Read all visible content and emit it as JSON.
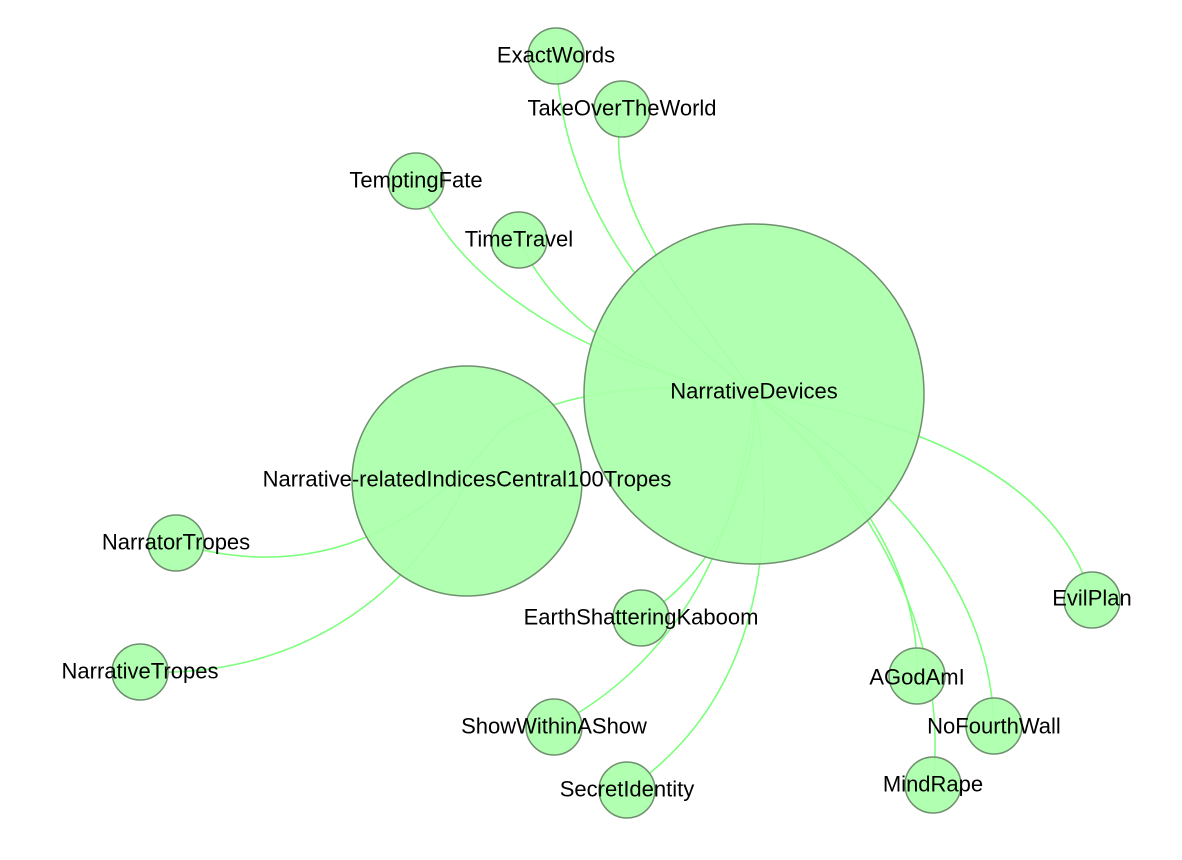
{
  "graph": {
    "colors": {
      "node_fill": "#aaffaa",
      "node_stroke": "#6f8f6f",
      "edge": "#7dff7d",
      "label": "#000000"
    },
    "nodes": [
      {
        "id": "NarrativeDevices",
        "label": "NarrativeDevices"
      },
      {
        "id": "Narrative-relatedIndicesCentral100Tropes",
        "label": "Narrative-relatedIndicesCentral100Tropes"
      },
      {
        "id": "ExactWords",
        "label": "ExactWords"
      },
      {
        "id": "TakeOverTheWorld",
        "label": "TakeOverTheWorld"
      },
      {
        "id": "TemptingFate",
        "label": "TemptingFate"
      },
      {
        "id": "TimeTravel",
        "label": "TimeTravel"
      },
      {
        "id": "NarratorTropes",
        "label": "NarratorTropes"
      },
      {
        "id": "NarrativeTropes",
        "label": "NarrativeTropes"
      },
      {
        "id": "EarthShatteringKaboom",
        "label": "EarthShatteringKaboom"
      },
      {
        "id": "ShowWithinAShow",
        "label": "ShowWithinAShow"
      },
      {
        "id": "SecretIdentity",
        "label": "SecretIdentity"
      },
      {
        "id": "AGodAmI",
        "label": "AGodAmI"
      },
      {
        "id": "NoFourthWall",
        "label": "NoFourthWall"
      },
      {
        "id": "MindRape",
        "label": "MindRape"
      },
      {
        "id": "EvilPlan",
        "label": "EvilPlan"
      }
    ],
    "edges": [
      {
        "from": "ExactWords",
        "to": "NarrativeDevices"
      },
      {
        "from": "TakeOverTheWorld",
        "to": "NarrativeDevices"
      },
      {
        "from": "TemptingFate",
        "to": "NarrativeDevices"
      },
      {
        "from": "TimeTravel",
        "to": "NarrativeDevices"
      },
      {
        "from": "NarratorTropes",
        "to": "NarrativeDevices"
      },
      {
        "from": "NarrativeTropes",
        "to": "Narrative-relatedIndicesCentral100Tropes"
      },
      {
        "from": "EarthShatteringKaboom",
        "to": "NarrativeDevices"
      },
      {
        "from": "ShowWithinAShow",
        "to": "NarrativeDevices"
      },
      {
        "from": "SecretIdentity",
        "to": "NarrativeDevices"
      },
      {
        "from": "AGodAmI",
        "to": "NarrativeDevices"
      },
      {
        "from": "NoFourthWall",
        "to": "NarrativeDevices"
      },
      {
        "from": "MindRape",
        "to": "NarrativeDevices"
      },
      {
        "from": "EvilPlan",
        "to": "NarrativeDevices"
      }
    ]
  }
}
